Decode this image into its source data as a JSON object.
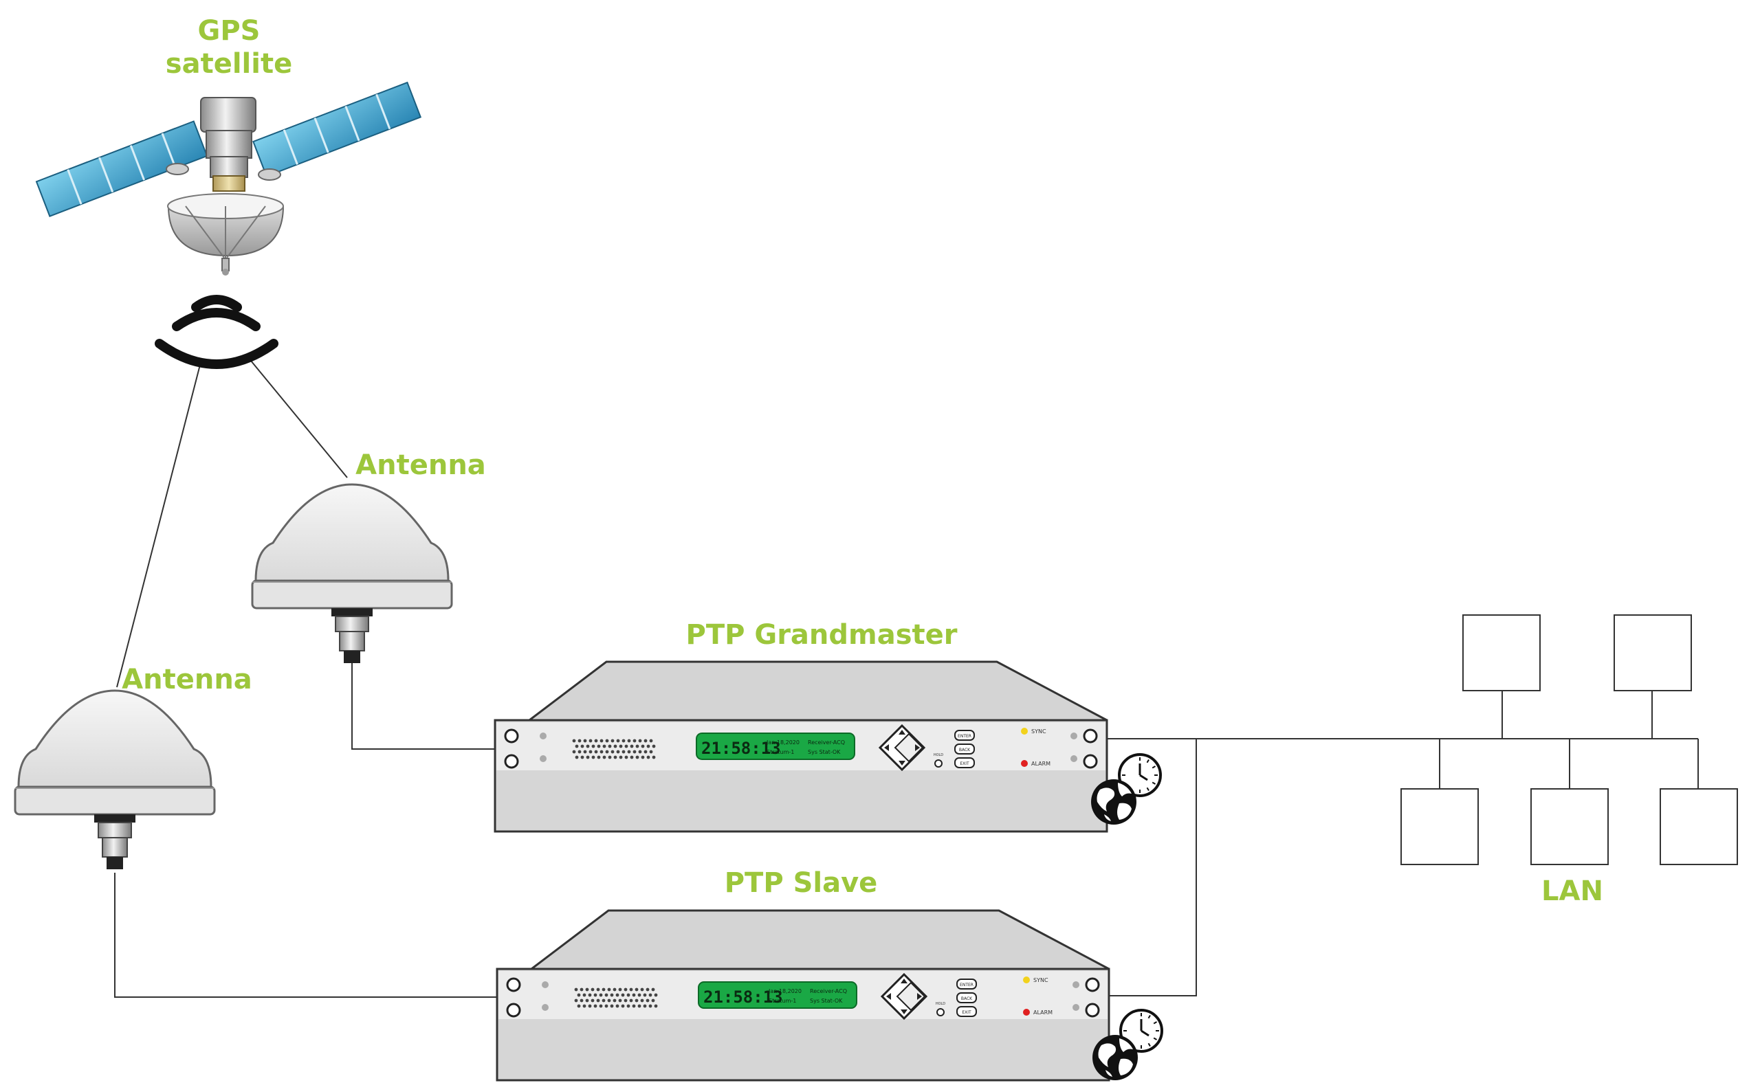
{
  "colors": {
    "label_green": "#9cc63b",
    "lcd_green": "#1aa845",
    "line": "#333333",
    "device_body": "#d4d4d4",
    "device_front": "#ececec",
    "sync_led": "#f2d21c",
    "alarm_led": "#e02020"
  },
  "labels": {
    "gps_line1": "GPS",
    "gps_line2": "satellite",
    "antenna_upper": "Antenna",
    "antenna_lower": "Antenna",
    "grandmaster": "PTP Grandmaster",
    "slave": "PTP Slave",
    "lan": "LAN"
  },
  "devices": {
    "grandmaster": {
      "time": "21:58:13",
      "info_line1_left": "Jan 18,2020",
      "info_line1_right": "Receiver-ACQ",
      "info_line2_left": "Stratum-1",
      "info_line2_right": "Sys Stat-OK",
      "btn_enter": "ENTER",
      "btn_back": "BACK",
      "btn_exit": "EXIT",
      "btn_hold": "HOLD",
      "led_sync": "SYNC",
      "led_alarm": "ALARM"
    },
    "slave": {
      "time": "21:58:13",
      "info_line1_left": "Jan 18,2020",
      "info_line1_right": "Receiver-ACQ",
      "info_line2_left": "Stratum-1",
      "info_line2_right": "Sys Stat-OK",
      "btn_enter": "ENTER",
      "btn_back": "BACK",
      "btn_exit": "EXIT",
      "btn_hold": "HOLD",
      "led_sync": "SYNC",
      "led_alarm": "ALARM"
    }
  },
  "icons": [
    "satellite-icon",
    "wireless-signal-icon",
    "gps-antenna-icon",
    "clock-icon",
    "globe-icon",
    "lan-node-icon"
  ]
}
